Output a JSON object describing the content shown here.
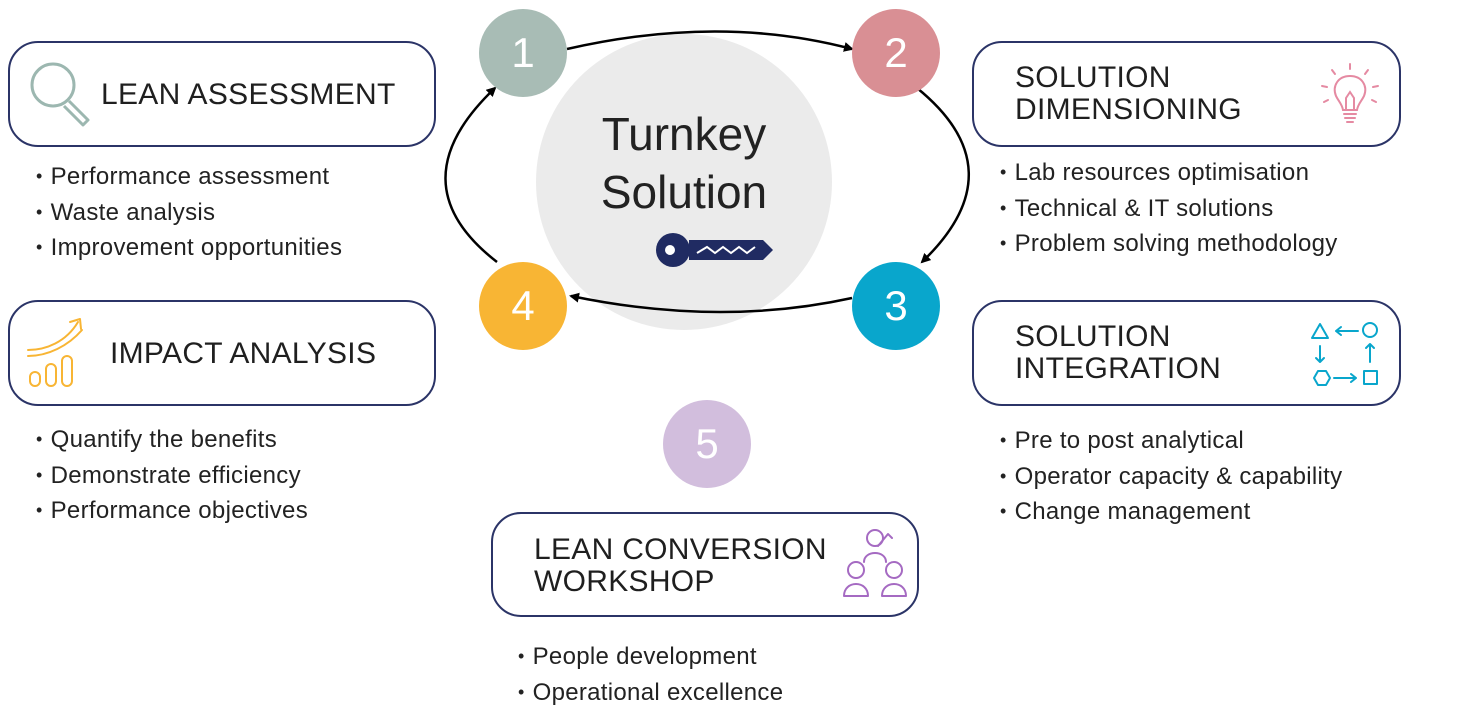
{
  "center": {
    "title": "Turnkey\nSolution",
    "key_icon": "key-icon"
  },
  "colors": {
    "box_border": "#2b3467",
    "step1": "#a8bcb5",
    "step2": "#d98f94",
    "step3": "#09a6cc",
    "step4": "#f8b534",
    "step5": "#d2bedd",
    "key": "#202b62",
    "lean_assessment_icon": "#9cb7b0",
    "solution_dimensioning_icon": "#e58aa2",
    "impact_analysis_icon": "#f8b534",
    "solution_integration_icon": "#09a6cc",
    "workshop_icon": "#a56ac2"
  },
  "steps": [
    {
      "number": "1"
    },
    {
      "number": "2"
    },
    {
      "number": "3"
    },
    {
      "number": "4"
    },
    {
      "number": "5"
    }
  ],
  "sections": {
    "lean_assessment": {
      "title": "LEAN ASSESSMENT",
      "icon": "magnifier-icon",
      "bullets": [
        "Performance assessment",
        "Waste analysis",
        "Improvement opportunities"
      ]
    },
    "solution_dimensioning": {
      "title": "SOLUTION\nDIMENSIONING",
      "icon": "lightbulb-icon",
      "bullets": [
        "Lab resources optimisation",
        "Technical & IT solutions",
        "Problem solving methodology"
      ]
    },
    "impact_analysis": {
      "title": "IMPACT ANALYSIS",
      "icon": "growth-chart-icon",
      "bullets": [
        "Quantify the benefits",
        "Demonstrate efficiency",
        "Performance objectives"
      ]
    },
    "solution_integration": {
      "title": "SOLUTION\nINTEGRATION",
      "icon": "process-flow-icon",
      "bullets": [
        "Pre to post analytical",
        "Operator capacity & capability",
        "Change management"
      ]
    },
    "lean_conversion_workshop": {
      "title": "LEAN CONVERSION\nWORKSHOP",
      "icon": "people-group-icon",
      "bullets": [
        "People development",
        "Operational excellence"
      ]
    }
  }
}
